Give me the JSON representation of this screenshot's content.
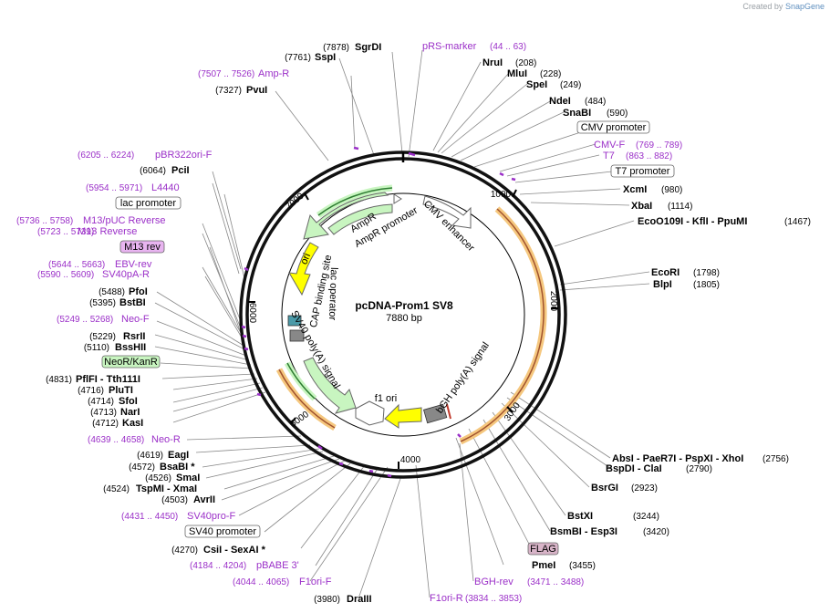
{
  "credit": {
    "prefix": "Created by",
    "brand": "SnapGene"
  },
  "plasmid": {
    "name": "pcDNA-Prom1 SV8",
    "length": "7880 bp"
  },
  "ticks": [
    "1000",
    "2000",
    "3000",
    "4000",
    "5000",
    "6000",
    "7000"
  ],
  "sites": [
    {
      "pos": "(7878)",
      "name": "SgrDI"
    },
    {
      "pos": "(7761)",
      "name": "SspI"
    },
    {
      "pos": "(7327)",
      "name": "PvuI"
    },
    {
      "pos": "(6064)",
      "name": "PciI"
    },
    {
      "pos": "(5488)",
      "name": "PfoI"
    },
    {
      "pos": "(5395)",
      "name": "BstBI"
    },
    {
      "pos": "(5229)",
      "name": "RsrII"
    },
    {
      "pos": "(5110)",
      "name": "BssHII"
    },
    {
      "pos": "(4831)",
      "name": "PflFI",
      "extra": "- Tth111I"
    },
    {
      "pos": "(4716)",
      "name": "PluTI"
    },
    {
      "pos": "(4714)",
      "name": "SfoI"
    },
    {
      "pos": "(4713)",
      "name": "NarI"
    },
    {
      "pos": "(4712)",
      "name": "KasI"
    },
    {
      "pos": "(4619)",
      "name": "EagI"
    },
    {
      "pos": "(4572)",
      "name": "BsaBI *"
    },
    {
      "pos": "(4526)",
      "name": "SmaI"
    },
    {
      "pos": "(4524)",
      "name": "TspMI",
      "extra": "- XmaI"
    },
    {
      "pos": "(4503)",
      "name": "AvrII"
    },
    {
      "pos": "(4270)",
      "name": "CsiI",
      "extra": "- SexAI *"
    },
    {
      "pos": "(3980)",
      "name": "DraIII"
    },
    {
      "pos": "(208)",
      "name": "NruI"
    },
    {
      "pos": "(228)",
      "name": "MluI"
    },
    {
      "pos": "(249)",
      "name": "SpeI"
    },
    {
      "pos": "(484)",
      "name": "NdeI"
    },
    {
      "pos": "(590)",
      "name": "SnaBI"
    },
    {
      "pos": "(980)",
      "name": "XcmI"
    },
    {
      "pos": "(1114)",
      "name": "XbaI"
    },
    {
      "pos": "(1467)",
      "name": "EcoO109I",
      "extra": "- KflI  - PpuMI"
    },
    {
      "pos": "(1798)",
      "name": "EcoRI"
    },
    {
      "pos": "(1805)",
      "name": "BlpI"
    },
    {
      "pos": "(2756)",
      "name": "AbsI",
      "extra": "- PaeR7I  - PspXI  - XhoI"
    },
    {
      "pos": "(2790)",
      "name": "BspDI",
      "extra": "- ClaI"
    },
    {
      "pos": "(2923)",
      "name": "BsrGI"
    },
    {
      "pos": "(3244)",
      "name": "BstXI"
    },
    {
      "pos": "(3420)",
      "name": "BsmBI",
      "extra": "- Esp3I"
    },
    {
      "pos": "(3455)",
      "name": "PmeI"
    }
  ],
  "primers": [
    {
      "range": "(44 .. 63)",
      "name": "pRS-marker"
    },
    {
      "range": "(7507 .. 7526)",
      "name": "Amp-R"
    },
    {
      "range": "(6205 .. 6224)",
      "name": "pBR322ori-F"
    },
    {
      "range": "(5954 .. 5971)",
      "name": "L4440"
    },
    {
      "range": "(5736 .. 5758)",
      "name": "M13/pUC Reverse"
    },
    {
      "range": "(5723 .. 5739)",
      "name": "M13 Reverse"
    },
    {
      "range": "(5644 .. 5663)",
      "name": "EBV-rev"
    },
    {
      "range": "(5590 .. 5609)",
      "name": "SV40pA-R"
    },
    {
      "range": "(5249 .. 5268)",
      "name": "Neo-F"
    },
    {
      "range": "(4639 .. 4658)",
      "name": "Neo-R"
    },
    {
      "range": "(4431 .. 4450)",
      "name": "SV40pro-F"
    },
    {
      "range": "(4184 .. 4204)",
      "name": "pBABE 3'"
    },
    {
      "range": "(4044 .. 4065)",
      "name": "F1ori-F"
    },
    {
      "range": "(3834 .. 3853)",
      "name": "F1ori-R"
    },
    {
      "range": "(3471 .. 3488)",
      "name": "BGH-rev"
    },
    {
      "range": "(769 .. 789)",
      "name": "CMV-F"
    },
    {
      "range": "(863 .. 882)",
      "name": "T7"
    }
  ],
  "boxes": [
    "CMV promoter",
    "T7 promoter",
    "lac promoter",
    "M13 rev",
    "NeoR/KanR",
    "SV40 promoter",
    "FLAG"
  ],
  "features": [
    "AmpR",
    "AmpR promoter",
    "CMV enhancer",
    "ori",
    "CAP binding site",
    "lac operator",
    "SV40 poly(A) signal",
    "f1 ori",
    "bGH poly(A) signal"
  ],
  "colors": {
    "purple": "#9b30c8",
    "orange_arc": "#f5c77e",
    "green": "#c8f5c0",
    "yellow": "#ffff00",
    "flag": "#d8b4c8",
    "neor": "#c8f5c0",
    "m13": "#e8b4f0"
  }
}
